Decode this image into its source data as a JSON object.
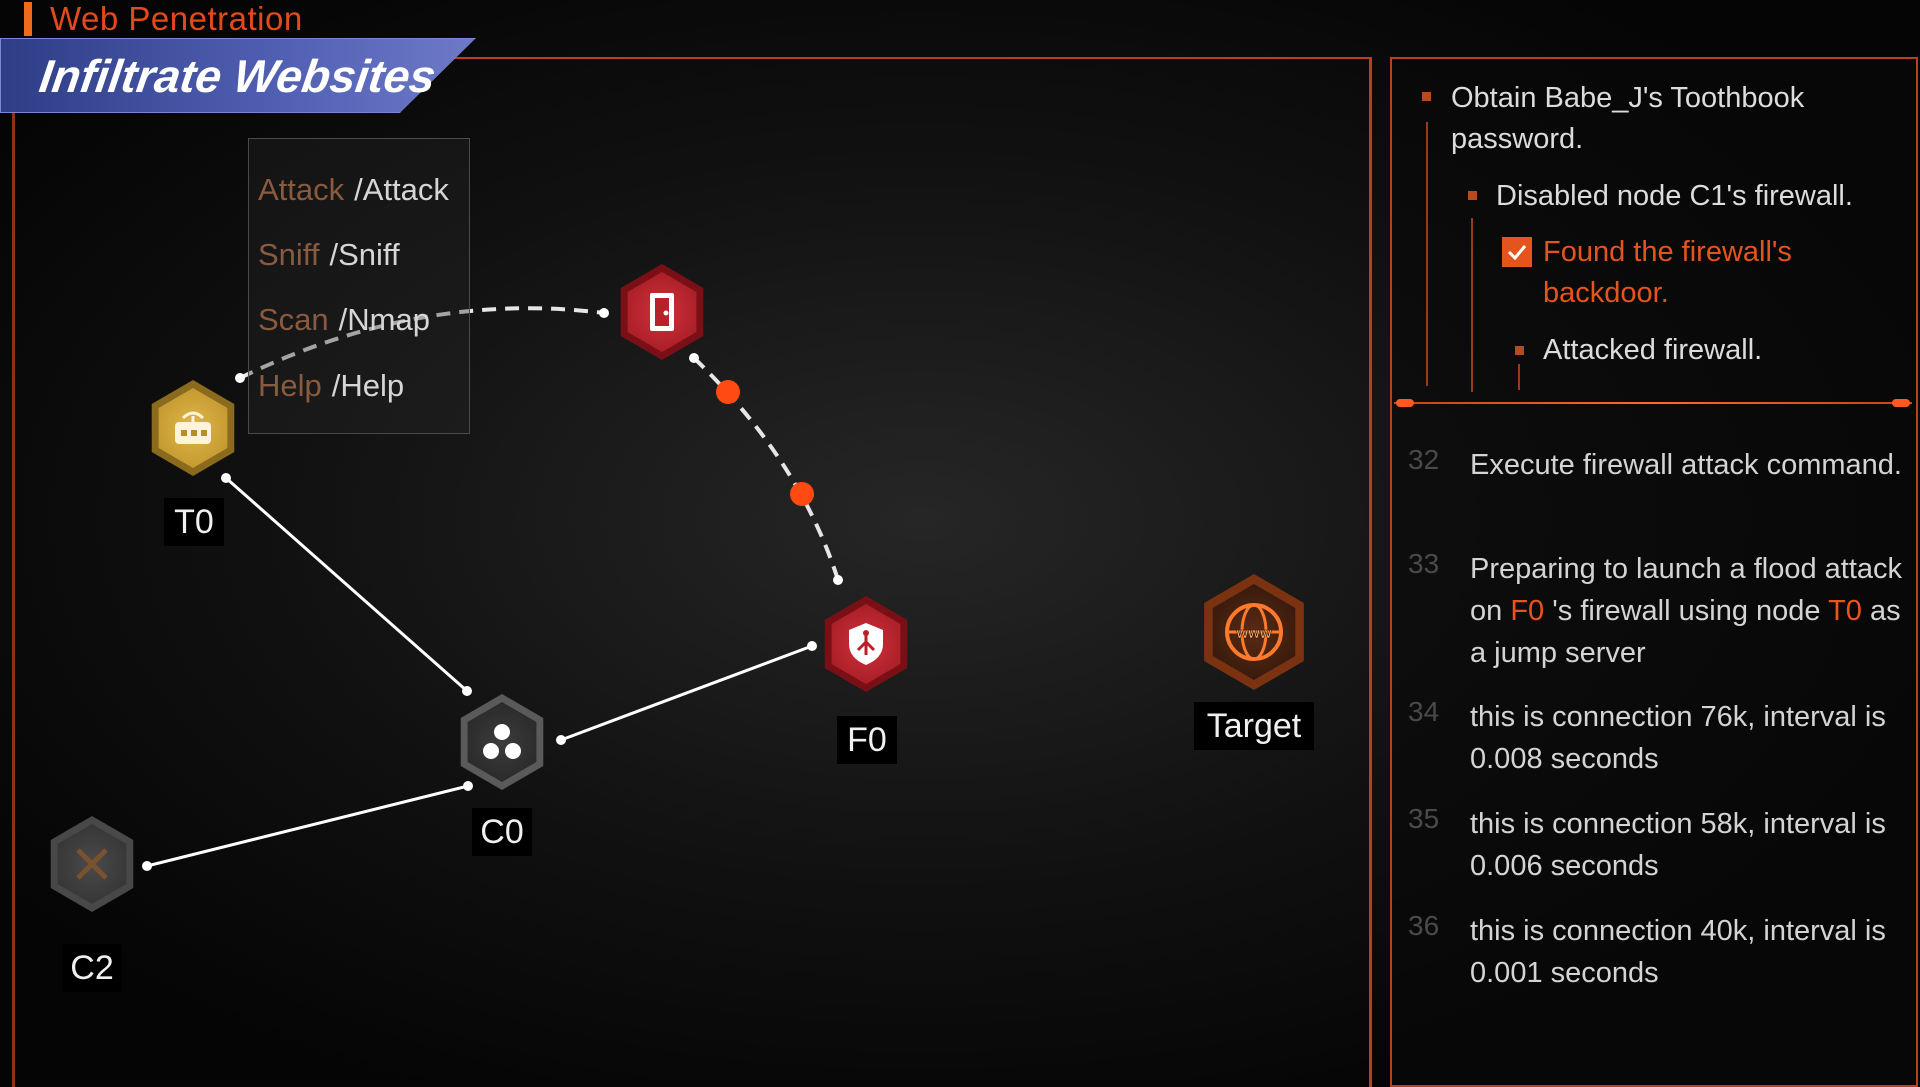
{
  "header": {
    "mode_label": "Web Penetration",
    "banner_title": "Infiltrate Websites"
  },
  "command_menu": [
    {
      "keyword": "Attack",
      "command": "/Attack"
    },
    {
      "keyword": "Sniff",
      "command": "/Sniff"
    },
    {
      "keyword": "Scan",
      "command": "/Nmap"
    },
    {
      "keyword": "Help",
      "command": "/Help"
    }
  ],
  "nodes": {
    "t0": {
      "label": "T0",
      "icon": "router-icon",
      "color": "#c9a43a"
    },
    "c0": {
      "label": "C0",
      "icon": "cluster-icon",
      "color": "#3a3a3a"
    },
    "c2": {
      "label": "C2",
      "icon": "x-icon",
      "color": "#3c3c3c"
    },
    "f0": {
      "label": "F0",
      "icon": "firewall-icon",
      "color": "#b8202a"
    },
    "door": {
      "label": "",
      "icon": "door-icon",
      "color": "#b8202a"
    },
    "target": {
      "label": "Target",
      "icon": "www-globe-icon",
      "color": "#c2541c"
    }
  },
  "objectives": {
    "main": "Obtain Babe_J's Toothbook password.",
    "sub": "Disabled node C1's firewall.",
    "done": "Found the firewall's backdoor.",
    "current": "Attacked firewall."
  },
  "log": [
    {
      "num": "32",
      "text": "Execute firewall attack command."
    },
    {
      "num": "33",
      "pre": "Preparing to launch a flood attack on",
      "hl1": "F0",
      "mid": "'s firewall using node",
      "hl2": "T0",
      "post": "as a jump server"
    },
    {
      "num": "34",
      "text": "this is connection 76k, interval is 0.008 seconds"
    },
    {
      "num": "35",
      "text": "this is connection 58k, interval is 0.006 seconds"
    },
    {
      "num": "36",
      "text": "this is connection 40k, interval is 0.001 seconds"
    }
  ],
  "colors": {
    "accent": "#e4541c",
    "panel_border": "#b4421a",
    "banner": "#4d5bb0"
  }
}
